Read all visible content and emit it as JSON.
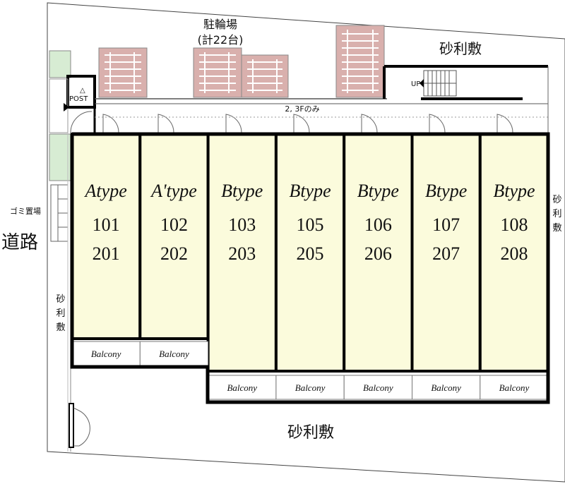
{
  "labels": {
    "parking_title": "駐輪場",
    "parking_count": "(計22台)",
    "gravel": "砂利敷",
    "gravel_char1": "砂",
    "gravel_char2": "利",
    "gravel_char3": "敷",
    "floors_note": "2, 3Fのみ",
    "post": "POST",
    "up": "UP",
    "garbage": "ゴミ置場",
    "road": "道路",
    "balcony": "Balcony"
  },
  "units": [
    {
      "type": "Atype",
      "num1": "101",
      "num2": "201"
    },
    {
      "type": "A'type",
      "num1": "102",
      "num2": "202"
    },
    {
      "type": "Btype",
      "num1": "103",
      "num2": "203"
    },
    {
      "type": "Btype",
      "num1": "105",
      "num2": "205"
    },
    {
      "type": "Btype",
      "num1": "106",
      "num2": "206"
    },
    {
      "type": "Btype",
      "num1": "107",
      "num2": "207"
    },
    {
      "type": "Btype",
      "num1": "108",
      "num2": "208"
    }
  ],
  "colors": {
    "unit_fill": "#fbfbdc",
    "bike_fill": "#d9b0ad",
    "green_fill": "#d7ecd3",
    "wall": "#000000"
  }
}
